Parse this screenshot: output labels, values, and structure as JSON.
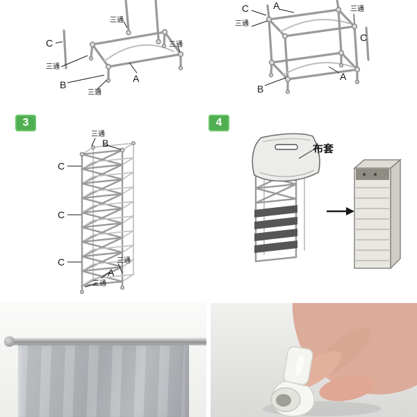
{
  "labels": {
    "connector": "三通",
    "part_a": "A",
    "part_b": "B",
    "part_c": "C",
    "fabric_cover": "布套"
  },
  "steps": {
    "step3": "3",
    "step4": "4"
  },
  "icons": {
    "arrow_right_icon": "→"
  },
  "colors": {
    "step_badge_green": "#4fae4f",
    "diagram_line_gray": "#9a9a9a",
    "label_text": "#141414",
    "fabric_gray": "#b5b8bc",
    "skin_tone": "#dcab99",
    "shelf_tray_dark": "#565656"
  }
}
